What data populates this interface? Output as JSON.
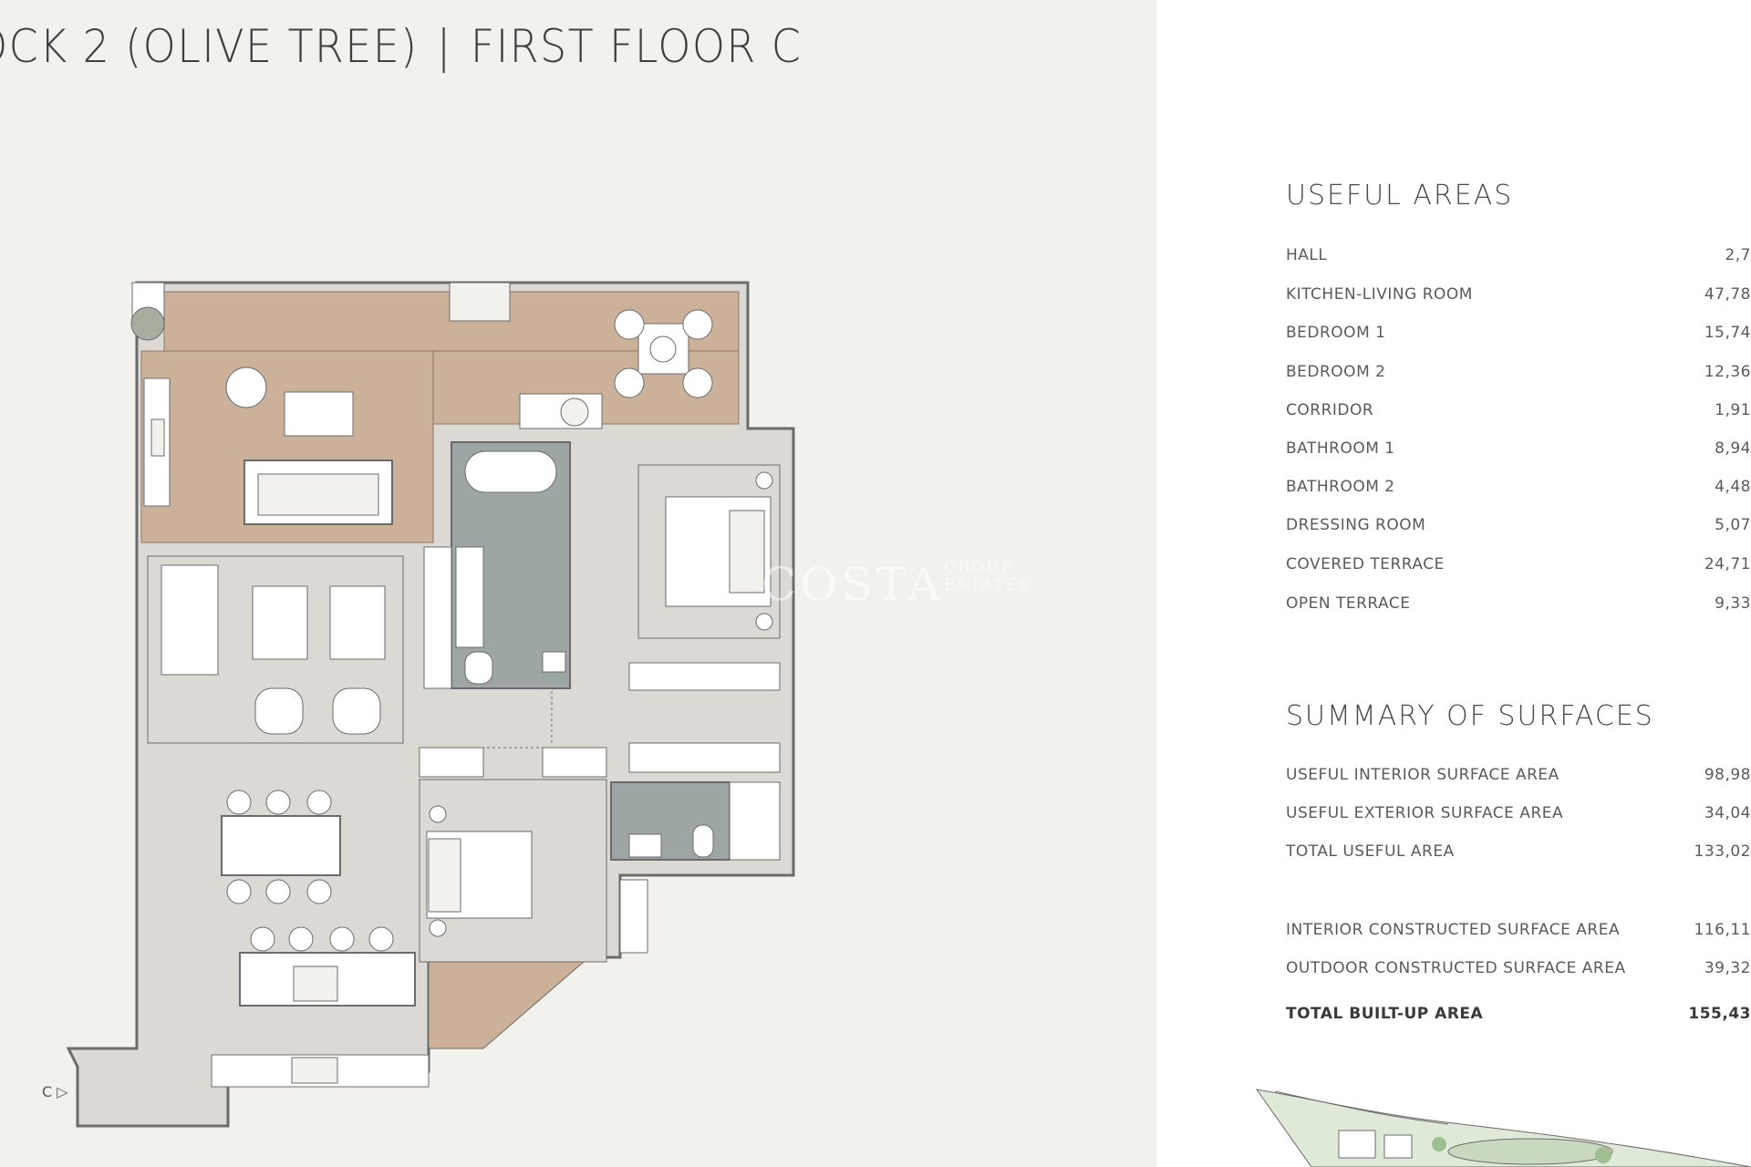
{
  "title": {
    "block": "OCK 2 (OLIVE TREE)",
    "separator": "|",
    "floor": "FIRST FLOOR C"
  },
  "plan": {
    "entrance_marker": "C"
  },
  "useful_areas": {
    "heading": "USEFUL AREAS",
    "rows": [
      {
        "label": "HALL",
        "value": "2,7"
      },
      {
        "label": "KITCHEN-LIVING ROOM",
        "value": "47,78"
      },
      {
        "label": "BEDROOM 1",
        "value": "15,74"
      },
      {
        "label": "BEDROOM 2",
        "value": "12,36"
      },
      {
        "label": "CORRIDOR",
        "value": "1,91"
      },
      {
        "label": "BATHROOM 1",
        "value": "8,94"
      },
      {
        "label": "BATHROOM 2",
        "value": "4,48"
      },
      {
        "label": "DRESSING ROOM",
        "value": "5,07"
      },
      {
        "label": "COVERED TERRACE",
        "value": "24,71"
      },
      {
        "label": "OPEN TERRACE",
        "value": "9,33"
      }
    ]
  },
  "summary": {
    "heading": "SUMMARY OF SURFACES",
    "rows": [
      {
        "label": "USEFUL INTERIOR SURFACE AREA",
        "value": "98,98"
      },
      {
        "label": "USEFUL EXTERIOR SURFACE AREA",
        "value": "34,04"
      },
      {
        "label": "TOTAL USEFUL AREA",
        "value": "133,02"
      },
      {
        "label": "INTERIOR CONSTRUCTED SURFACE AREA",
        "value": "116,11"
      },
      {
        "label": "OUTDOOR CONSTRUCTED SURFACE AREA",
        "value": "39,32"
      },
      {
        "label": "TOTAL BUILT-UP AREA",
        "value": "155,43"
      }
    ]
  },
  "watermark": {
    "main": "COSTA",
    "line1": "GROUP",
    "line2": "ESTATES"
  },
  "colors": {
    "panel_bg": "#f3f1ee",
    "terrace": "#cbb09a",
    "bathroom": "#9ea6a5",
    "room_fill": "#dcd8d3",
    "wall": "#6b6b6b",
    "text": "#5a5a5a"
  }
}
